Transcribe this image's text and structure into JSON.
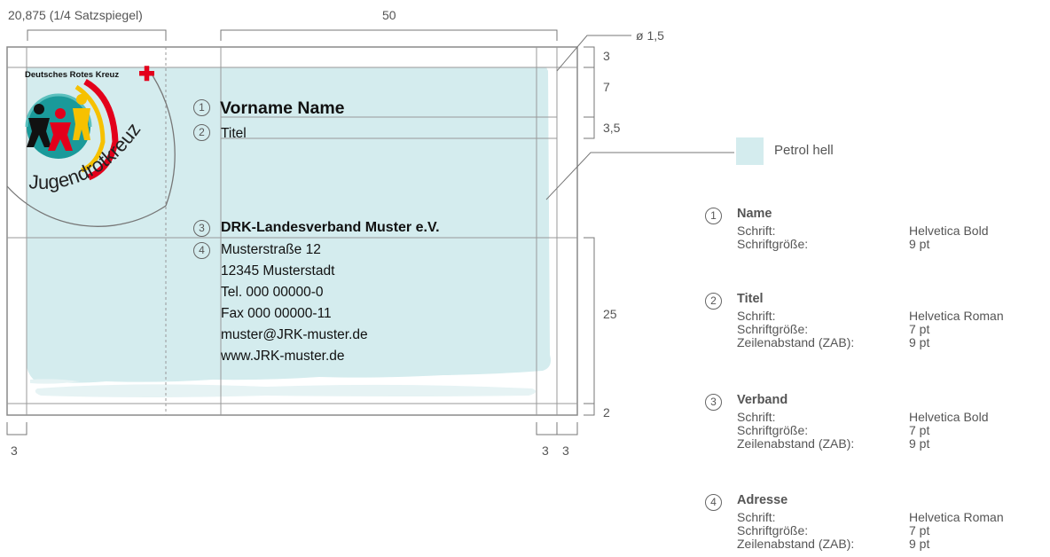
{
  "dimensions": {
    "top_left": "20,875 (1/4 Satzspiegel)",
    "top_center": "50",
    "diameter": "ø 1,5",
    "right_3": "3",
    "right_7": "7",
    "right_3_5": "3,5",
    "right_25": "25",
    "right_2": "2",
    "bottom_left": "3",
    "bottom_right_a": "3",
    "bottom_right_b": "3"
  },
  "logo": {
    "org_text": "Deutsches Rotes Kreuz",
    "arc_text": "Jugendrotkreuz"
  },
  "card": {
    "name": "Vorname Name",
    "title": "Titel",
    "association": "DRK-Landesverband Muster e.V.",
    "address_lines": [
      "Musterstraße 12",
      "12345 Musterstadt",
      "Tel. 000 00000-0",
      "Fax 000 00000-11",
      "muster@JRK-muster.de",
      "www.JRK-muster.de"
    ],
    "markers": [
      "1",
      "2",
      "3",
      "4"
    ]
  },
  "swatch": {
    "label": "Petrol hell",
    "color": "#d4ecee"
  },
  "colors": {
    "drk_red": "#e3001b",
    "petrol_light": "#d4ecee",
    "guide": "#888888"
  },
  "specs": [
    {
      "num": "1",
      "heading": "Name",
      "rows": [
        {
          "label": "Schrift:",
          "value": "Helvetica Bold"
        },
        {
          "label": "Schriftgröße:",
          "value": "9 pt"
        }
      ]
    },
    {
      "num": "2",
      "heading": "Titel",
      "rows": [
        {
          "label": "Schrift:",
          "value": "Helvetica Roman"
        },
        {
          "label": "Schriftgröße:",
          "value": "7 pt"
        },
        {
          "label": "Zeilenabstand (ZAB):",
          "value": "9 pt"
        }
      ]
    },
    {
      "num": "3",
      "heading": "Verband",
      "rows": [
        {
          "label": "Schrift:",
          "value": "Helvetica Bold"
        },
        {
          "label": "Schriftgröße:",
          "value": "7 pt"
        },
        {
          "label": "Zeilenabstand (ZAB):",
          "value": "9 pt"
        }
      ]
    },
    {
      "num": "4",
      "heading": "Adresse",
      "rows": [
        {
          "label": "Schrift:",
          "value": "Helvetica Roman"
        },
        {
          "label": "Schriftgröße:",
          "value": "7 pt"
        },
        {
          "label": "Zeilenabstand (ZAB):",
          "value": "9 pt"
        }
      ]
    }
  ]
}
